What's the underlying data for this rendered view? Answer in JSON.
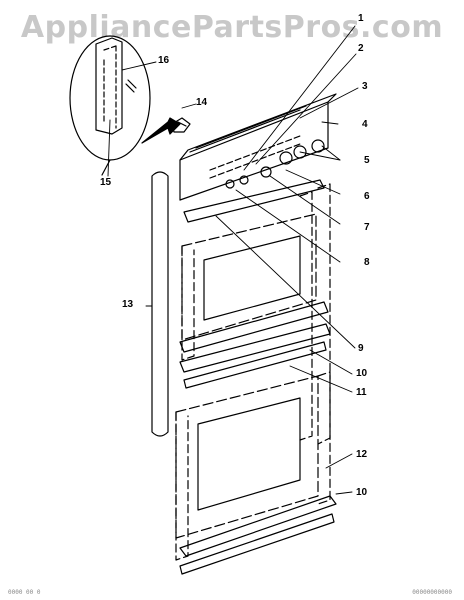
{
  "watermark": "AppliancePartsPros.com",
  "footer_left": "0000 00 0",
  "footer_right": "00000000000",
  "callouts": [
    "1",
    "2",
    "3",
    "4",
    "5",
    "6",
    "7",
    "8",
    "9",
    "10",
    "11",
    "10",
    "12",
    "13",
    "14",
    "15",
    "16"
  ]
}
